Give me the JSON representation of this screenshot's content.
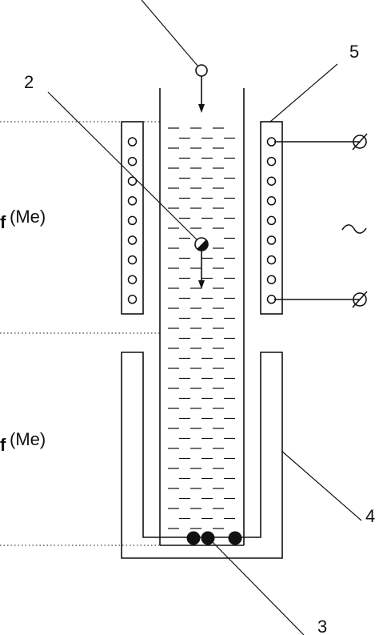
{
  "labels": {
    "part_2": "2",
    "part_3": "3",
    "part_4": "4",
    "part_5": "5",
    "zone_upper_subscript": "f",
    "zone_upper_text": "(Me)",
    "zone_lower_subscript": "f",
    "zone_lower_text": "(Me)",
    "ac_symbol": "~"
  },
  "colors": {
    "stroke": "#111111",
    "background": "#ffffff"
  }
}
